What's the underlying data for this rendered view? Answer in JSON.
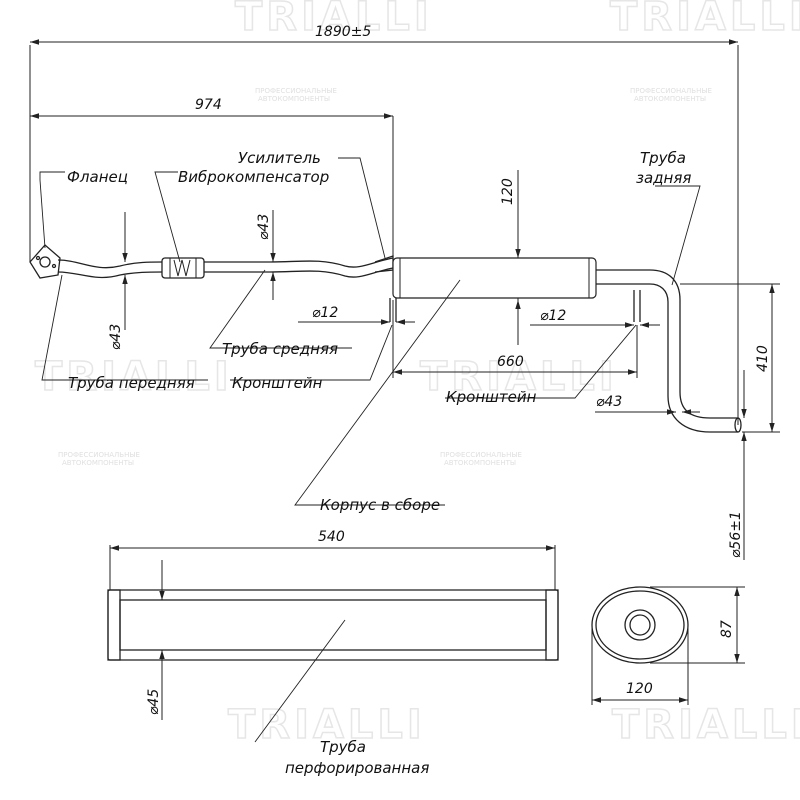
{
  "watermark": {
    "brand": "TRIALLI",
    "tagline_line1": "ПРОФЕССИОНАЛЬНЫЕ",
    "tagline_line2": "АВТОКОМПОНЕНТЫ"
  },
  "labels": {
    "flange": "Фланец",
    "vibro": "Виброкомпенсатор",
    "reinforcer": "Усилитель",
    "rear_pipe_1": "Труба",
    "rear_pipe_2": "задняя",
    "mid_pipe": "Труба средняя",
    "front_pipe": "Труба передняя",
    "bracket_1": "Кронштейн",
    "bracket_2": "Кронштейн",
    "body_assembly": "Корпус в сборе",
    "perf_pipe_1": "Труба",
    "perf_pipe_2": "перфорированная"
  },
  "dimensions": {
    "total_length": "1890±5",
    "length_974": "974",
    "width_120_top": "120",
    "dia_43_mid": "⌀43",
    "dia_43_front": "⌀43",
    "dia_12_left": "⌀12",
    "dia_12_right": "⌀12",
    "length_660": "660",
    "dia_43_rear": "⌀43",
    "height_410": "410",
    "dia_56": "⌀56±1",
    "length_540": "540",
    "dia_45": "⌀45",
    "height_87": "87",
    "width_120_section": "120"
  }
}
